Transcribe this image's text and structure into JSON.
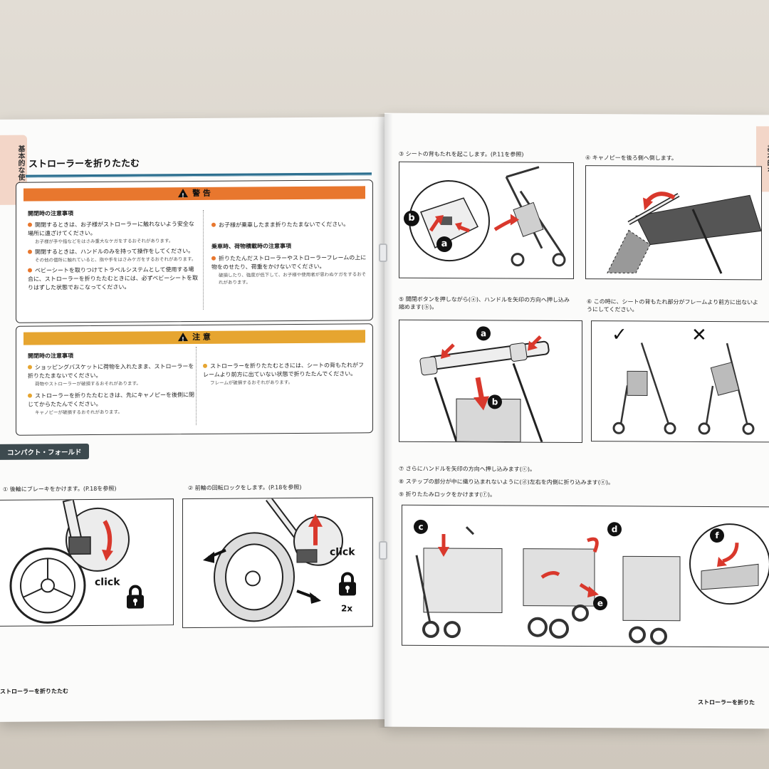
{
  "left_page": {
    "side_tab": "基本的な使い方",
    "title": "ストローラーを折りたたむ",
    "warning": {
      "header": "警 告",
      "col1_heading": "開閉時の注意事項",
      "col1_items": [
        {
          "text": "開閉するときは、お子様がストローラーに触れないよう安全な場所に遠ざけてください。",
          "note": "お子様が手や指などをはさみ重大なケガをするおそれがあります。"
        },
        {
          "text": "開閉するときは、ハンドルのみを持って操作をしてください。",
          "note": "その他の個所に触れていると、指や手をはさみケガをするおそれがあります。"
        },
        {
          "text": "ベビーシートを取りつけてトラベルシステムとして使用する場合に、ストローラーを折りたたむときには、必ずベビーシートを取りはずした状態でおこなってください。",
          "note": ""
        }
      ],
      "col2_item1": "お子様が乗車したまま折りたたまないでください。",
      "col2_heading": "乗車時、荷物積載時の注意事項",
      "col2_item2": "折りたたんだストローラーやストローラーフレームの上に物をのせたり、荷重をかけないでください。",
      "col2_note2": "破損したり、強度が低下して、お子様や使用者が思わぬケガをするおそれがあります。"
    },
    "caution": {
      "header": "注 意",
      "col1_heading": "開閉時の注意事項",
      "col1_items": [
        {
          "text": "ショッピングバスケットに荷物を入れたまま、ストローラーを折りたたまないでください。",
          "note": "荷物やストローラーが破損するおそれがあります。"
        },
        {
          "text": "ストローラーを折りたたむときは、先にキャノピーを後側に閉じてからたたんでください。",
          "note": "キャノピーが破損するおそれがあります。"
        }
      ],
      "col2_text": "ストローラーを折りたたむときには、シートの背もたれがフレームより前方に出ていない状態で折りたたんでください。",
      "col2_note": "フレームが破損するおそれがあります。"
    },
    "section_label": "コンパクト・フォールド",
    "step1": "① 後輪にブレーキをかけます。(P.18を参照)",
    "step2": "② 前輪の回転ロックをします。(P.18を参照)",
    "click1": "click",
    "click2": "click",
    "times": "2x",
    "footer": "ストローラーを折りたたむ"
  },
  "right_page": {
    "side_tab": "基本的な",
    "step3": "③ シートの背もたれを起こします。(P.11を参照)",
    "step4": "④ キャノピーを後ろ側へ倒します。",
    "step5": "⑤ 開閉ボタンを押しながら(ⓐ)、ハンドルを矢印の方向へ押し込み縮めます(ⓑ)。",
    "step6": "⑥ この時に、シートの背もたれ部分がフレームより前方に出ないようにしてください。",
    "step7": "⑦ さらにハンドルを矢印の方向へ押し込みます(ⓒ)。",
    "step8": "⑧ ステップの部分が中に織り込まれないように(ⓓ)左右を内側に折り込みます(ⓔ)。",
    "step9": "⑨ 折りたたみロックをかけます(ⓕ)。",
    "marks": {
      "a": "a",
      "b": "b",
      "c": "c",
      "d": "d",
      "e": "e",
      "f": "f"
    },
    "check": "✓",
    "cross": "✕",
    "footer": "ストローラーを折りた"
  },
  "colors": {
    "warning": "#e8772e",
    "caution": "#e6a530",
    "arrow": "#d9382c",
    "title_rule": "#2c6f8f",
    "section_pill": "#3d4a4f"
  }
}
